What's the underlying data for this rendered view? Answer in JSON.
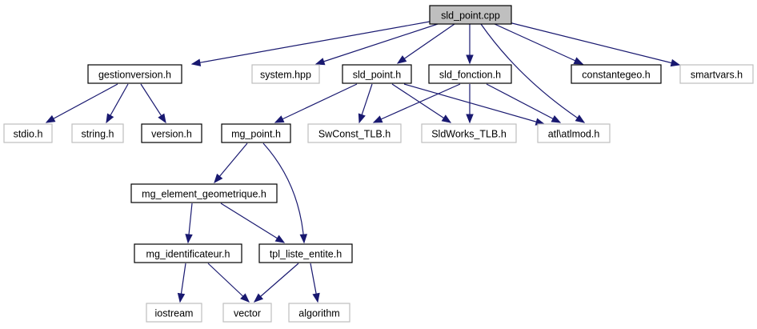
{
  "diagram": {
    "title": "sld_point.cpp",
    "colors": {
      "edge": "#191970",
      "root_fill": "#bfbfbf",
      "root_border": "#000000",
      "documented_border": "#000000",
      "external_border": "#bfbfbf",
      "node_fill": "#ffffff"
    },
    "nodes": [
      {
        "id": "sld_point_cpp",
        "label": "sld_point.cpp",
        "kind": "root"
      },
      {
        "id": "gestionversion_h",
        "label": "gestionversion.h",
        "kind": "documented"
      },
      {
        "id": "system_hpp",
        "label": "system.hpp",
        "kind": "external"
      },
      {
        "id": "sld_point_h",
        "label": "sld_point.h",
        "kind": "documented"
      },
      {
        "id": "sld_fonction_h",
        "label": "sld_fonction.h",
        "kind": "documented"
      },
      {
        "id": "constantegeo_h",
        "label": "constantegeo.h",
        "kind": "documented"
      },
      {
        "id": "smartvars_h",
        "label": "smartvars.h",
        "kind": "external"
      },
      {
        "id": "stdio_h",
        "label": "stdio.h",
        "kind": "external"
      },
      {
        "id": "string_h",
        "label": "string.h",
        "kind": "external"
      },
      {
        "id": "version_h",
        "label": "version.h",
        "kind": "documented"
      },
      {
        "id": "mg_point_h",
        "label": "mg_point.h",
        "kind": "documented"
      },
      {
        "id": "swconst_tlb_h",
        "label": "SwConst_TLB.h",
        "kind": "external"
      },
      {
        "id": "sldworks_tlb_h",
        "label": "SldWorks_TLB.h",
        "kind": "external"
      },
      {
        "id": "atlmod_h",
        "label": "atl\\atlmod.h",
        "kind": "external"
      },
      {
        "id": "mg_element_geometrique_h",
        "label": "mg_element_geometrique.h",
        "kind": "documented"
      },
      {
        "id": "mg_identificateur_h",
        "label": "mg_identificateur.h",
        "kind": "documented"
      },
      {
        "id": "tpl_liste_entite_h",
        "label": "tpl_liste_entite.h",
        "kind": "documented"
      },
      {
        "id": "iostream",
        "label": "iostream",
        "kind": "external"
      },
      {
        "id": "vector",
        "label": "vector",
        "kind": "external"
      },
      {
        "id": "algorithm",
        "label": "algorithm",
        "kind": "external"
      }
    ],
    "edges": [
      {
        "from": "sld_point_cpp",
        "to": "gestionversion_h"
      },
      {
        "from": "sld_point_cpp",
        "to": "system_hpp"
      },
      {
        "from": "sld_point_cpp",
        "to": "sld_point_h"
      },
      {
        "from": "sld_point_cpp",
        "to": "sld_fonction_h"
      },
      {
        "from": "sld_point_cpp",
        "to": "atlmod_h"
      },
      {
        "from": "sld_point_cpp",
        "to": "constantegeo_h"
      },
      {
        "from": "sld_point_cpp",
        "to": "smartvars_h"
      },
      {
        "from": "gestionversion_h",
        "to": "stdio_h"
      },
      {
        "from": "gestionversion_h",
        "to": "string_h"
      },
      {
        "from": "gestionversion_h",
        "to": "version_h"
      },
      {
        "from": "sld_point_h",
        "to": "mg_point_h"
      },
      {
        "from": "sld_point_h",
        "to": "swconst_tlb_h"
      },
      {
        "from": "sld_point_h",
        "to": "sldworks_tlb_h"
      },
      {
        "from": "sld_point_h",
        "to": "atlmod_h"
      },
      {
        "from": "sld_fonction_h",
        "to": "swconst_tlb_h"
      },
      {
        "from": "sld_fonction_h",
        "to": "sldworks_tlb_h"
      },
      {
        "from": "sld_fonction_h",
        "to": "atlmod_h"
      },
      {
        "from": "mg_point_h",
        "to": "mg_element_geometrique_h"
      },
      {
        "from": "mg_point_h",
        "to": "tpl_liste_entite_h"
      },
      {
        "from": "mg_element_geometrique_h",
        "to": "mg_identificateur_h"
      },
      {
        "from": "mg_element_geometrique_h",
        "to": "tpl_liste_entite_h"
      },
      {
        "from": "mg_identificateur_h",
        "to": "iostream"
      },
      {
        "from": "mg_identificateur_h",
        "to": "vector"
      },
      {
        "from": "tpl_liste_entite_h",
        "to": "vector"
      },
      {
        "from": "tpl_liste_entite_h",
        "to": "algorithm"
      }
    ]
  }
}
